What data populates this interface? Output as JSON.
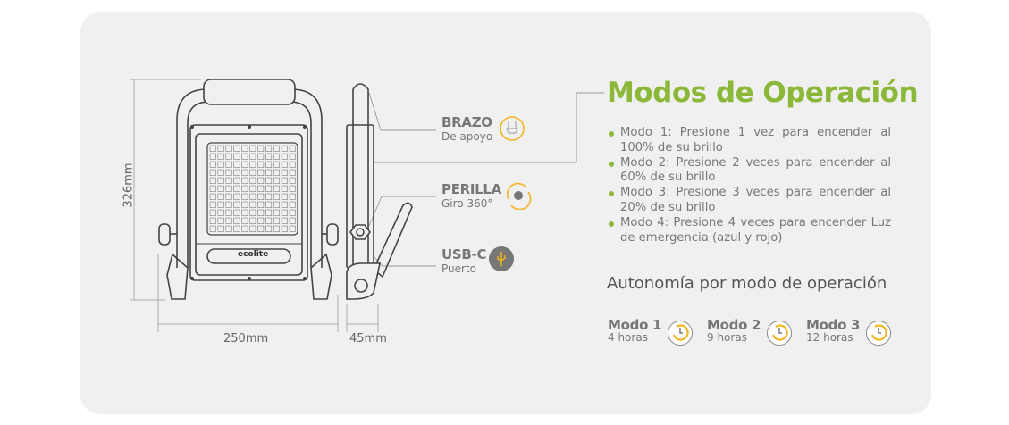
{
  "dimensions": {
    "height": "326mm",
    "width": "250mm",
    "depth": "45mm"
  },
  "product": {
    "logo": "ecolite"
  },
  "features": [
    {
      "title": "BRAZO",
      "subtitle": "De apoyo",
      "icon": "support-arm-icon"
    },
    {
      "title": "PERILLA",
      "subtitle": "Giro 360°",
      "icon": "rotate-knob-icon"
    },
    {
      "title": "USB-C",
      "subtitle": "Puerto",
      "icon": "usb-icon"
    }
  ],
  "modes_section": {
    "title": "Modos de Operación",
    "items": [
      "Modo 1: Presione 1 vez para encender al 100% de su brillo",
      "Modo 2: Presione 2 veces para encender al 60% de su brillo",
      "Modo 3: Presione 3 veces para encender al 20% de su brillo",
      "Modo 4: Presione 4 veces para encender Luz de emergencia (azul y rojo)"
    ]
  },
  "autonomy": {
    "title": "Autonomía por modo de operación",
    "modes": [
      {
        "name": "Modo 1",
        "duration": "4 horas"
      },
      {
        "name": "Modo 2",
        "duration": "9 horas"
      },
      {
        "name": "Modo 3",
        "duration": "12 horas"
      }
    ]
  },
  "colors": {
    "accent": "#8cb83a",
    "icon_yellow": "#f2b51e",
    "card": "#f0f0f0"
  }
}
